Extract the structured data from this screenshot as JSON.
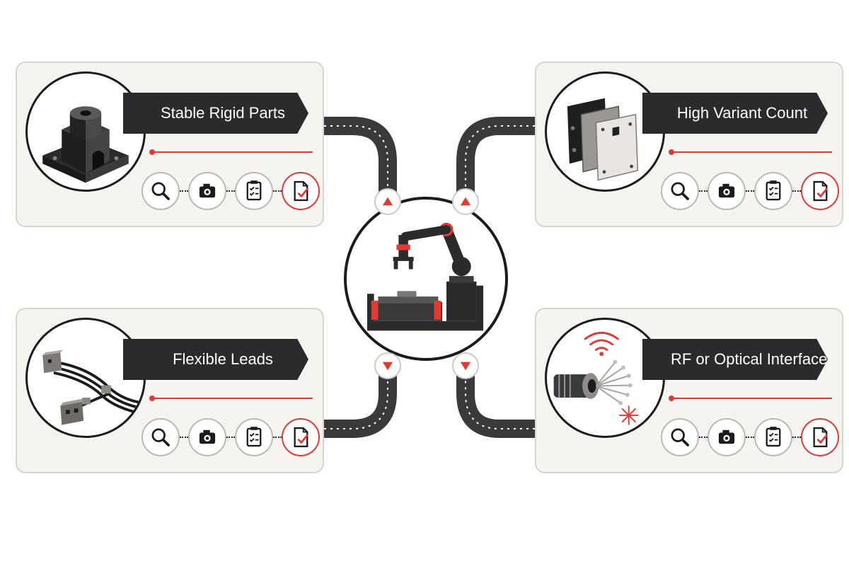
{
  "colors": {
    "accent_red": "#e03a33",
    "banner_dark": "#2b2b2d",
    "card_bg": "#f6f4f1",
    "road": "#3a3a3c"
  },
  "hub": {
    "icon": "robot-arm-workcell-icon"
  },
  "connectors": [
    {
      "direction": "up",
      "icon": "triangle-up-icon"
    },
    {
      "direction": "up",
      "icon": "triangle-up-icon"
    },
    {
      "direction": "down",
      "icon": "triangle-down-icon"
    },
    {
      "direction": "down",
      "icon": "triangle-down-icon"
    }
  ],
  "cards": [
    {
      "title": "Stable Rigid Parts",
      "icon": "machined-block-icon"
    },
    {
      "title": "High Variant Count",
      "icon": "stacked-plates-icon"
    },
    {
      "title": "Flexible Leads",
      "icon": "wire-harness-icon"
    },
    {
      "title": "RF or Optical Interface",
      "icon": "rf-optical-connector-icon"
    }
  ],
  "steps": [
    {
      "icon": "magnifier-icon"
    },
    {
      "icon": "camera-icon"
    },
    {
      "icon": "checklist-icon"
    },
    {
      "icon": "approved-document-icon"
    }
  ]
}
